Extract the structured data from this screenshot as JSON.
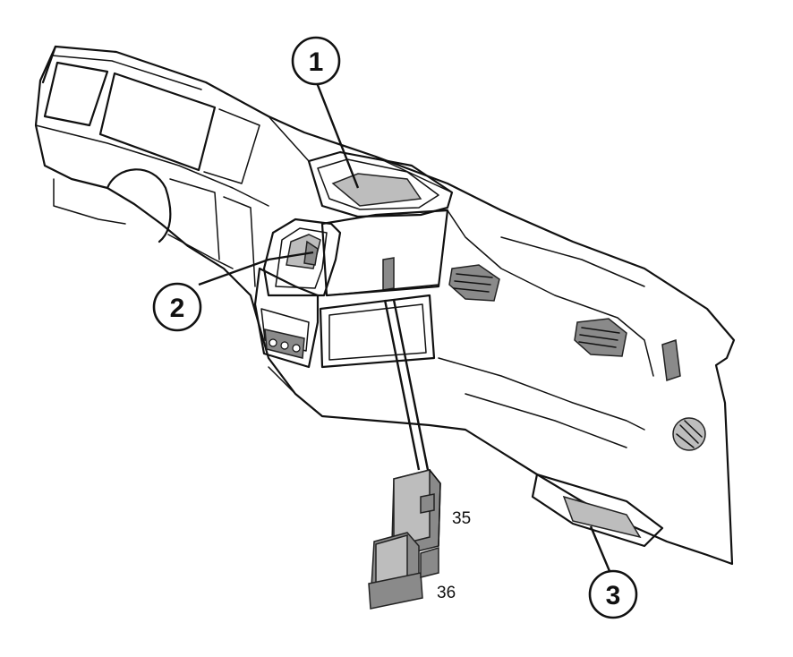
{
  "callouts": [
    {
      "label": "1"
    },
    {
      "label": "2"
    },
    {
      "label": "3"
    }
  ],
  "parts": [
    {
      "label": "35"
    },
    {
      "label": "36"
    }
  ]
}
